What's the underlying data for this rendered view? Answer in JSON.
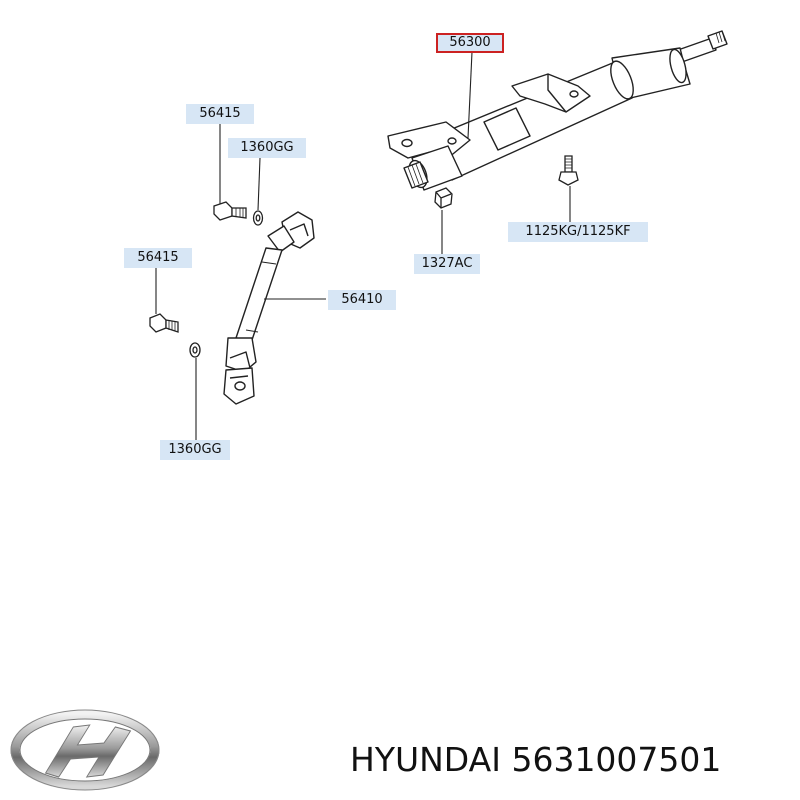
{
  "labels": {
    "column_assembly": "56300",
    "bolt_upper": "56415",
    "washer_upper": "1360GG",
    "bolt_lower": "56415",
    "joint_assembly": "56410",
    "washer_lower": "1360GG",
    "nut": "1327AC",
    "stud_bolt": "1125KG/1125KF"
  },
  "highlighted_part": "56300",
  "caption": {
    "brand": "HYUNDAI",
    "part_number": "5631007501"
  },
  "colors": {
    "label_background": "#d7e6f5",
    "highlight_border": "#cc2222",
    "line": "#222222"
  },
  "icons": {
    "brand_logo": "hyundai-logo-icon"
  }
}
